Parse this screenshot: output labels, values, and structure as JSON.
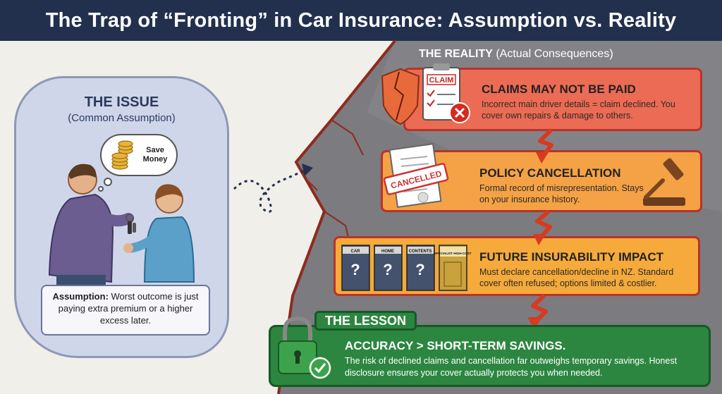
{
  "title": "The Trap of “Fronting” in Car Insurance: Assumption vs. Reality",
  "issue": {
    "title": "THE ISSUE",
    "subtitle": "(Common Assumption)",
    "thought": "Save Money",
    "assumption_label": "Assumption:",
    "assumption_text": " Worst outcome is just paying extra premium or a higher excess later."
  },
  "reality": {
    "title": "THE REALITY",
    "subtitle": " (Actual Consequences)",
    "cards": [
      {
        "title": "CLAIMS MAY NOT BE PAID",
        "body": "Incorrect main driver details = claim declined. You cover own repairs & damage to others.",
        "icon": "shield-claim-icon",
        "badge": "CLAIM"
      },
      {
        "title": "POLICY CANCELLATION",
        "body": "Formal record of misrepresentation. Stays on your insurance history.",
        "icon": "gavel-icon",
        "stamp": "CANCELLED"
      },
      {
        "title": "FUTURE INSURABILITY IMPACT",
        "body": "Must declare cancellation/decline in NZ. Standard cover often refused; options limited & costlier.",
        "doors": [
          "CAR",
          "HOME",
          "CONTENTS",
          "SPECIALIST HIGH-COST"
        ]
      }
    ]
  },
  "lesson": {
    "tag": "THE LESSON",
    "title": "ACCURACY > SHORT-TERM SAVINGS.",
    "body": "The risk of declined claims and cancellation far outweighs temporary savings. Honest disclosure ensures your cover actually protects you when needed.",
    "icon": "padlock-check-icon"
  },
  "colors": {
    "title_bar": "#22304d",
    "reality_bg": "#7b7b7f",
    "card_red": "#ec6b54",
    "card_orange": "#f4a245",
    "lesson_green": "#2c8640"
  }
}
